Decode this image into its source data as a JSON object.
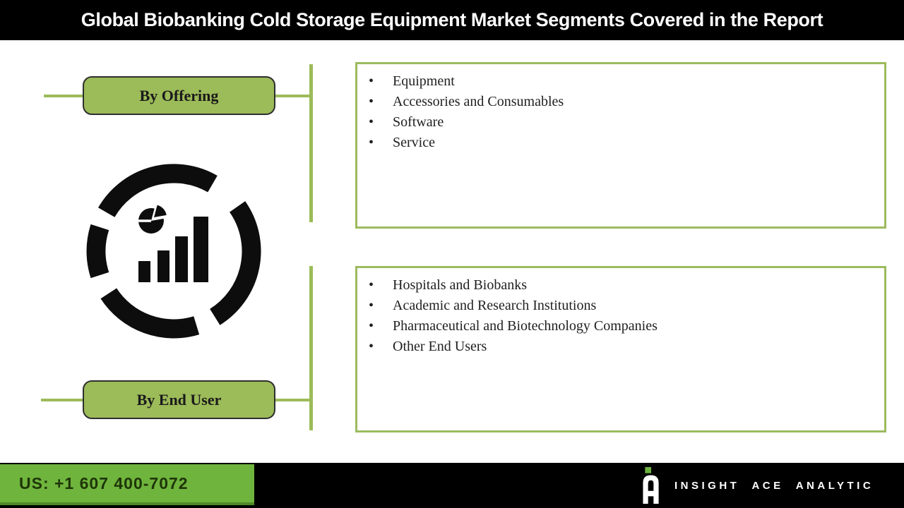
{
  "header": {
    "title": "Global Biobanking Cold Storage Equipment Market Segments Covered in the Report"
  },
  "segments": [
    {
      "label": "By Offering",
      "items": [
        "Equipment",
        "Accessories and Consumables",
        "Software",
        "Service"
      ]
    },
    {
      "label": "By End User",
      "items": [
        "Hospitals and Biobanks",
        "Academic and Research Institutions",
        "Pharmaceutical and Biotechnology Companies",
        "Other End Users"
      ]
    }
  ],
  "center_icon": "market-analytics-icon (broken ring enclosing bar chart and pie chart)",
  "footer": {
    "phone": "US: +1 607 400-7072",
    "brand": "INSIGHT ACE ANALYTIC",
    "logo": "insight-ace-analytic-logo (white A monogram with green square dot)"
  },
  "colors": {
    "header_bg": "#000000",
    "accent_green": "#9cbb59",
    "box_border_green": "#9cbb5e",
    "footer_green": "#6fb43c",
    "footer_green_dark": "#4f8a28",
    "text_dark": "#1f1f1f",
    "text_white": "#ffffff"
  }
}
